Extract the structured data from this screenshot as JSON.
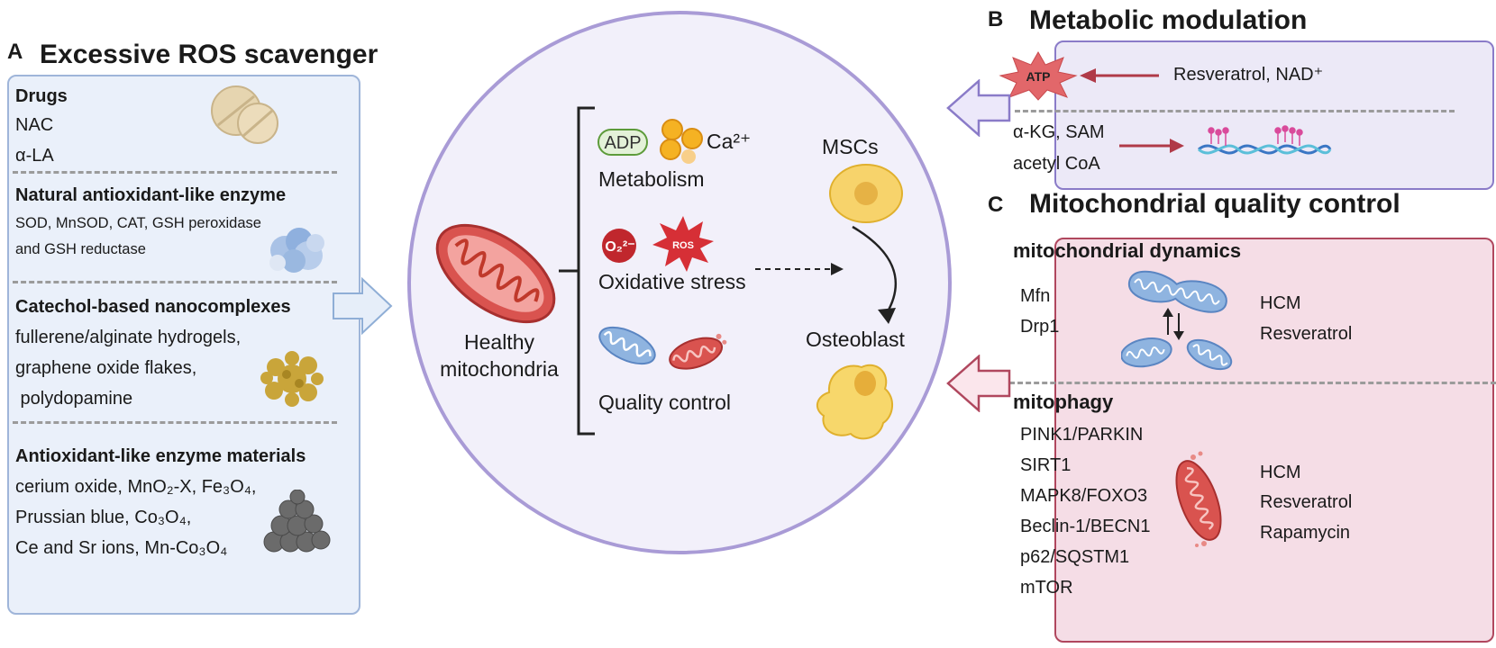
{
  "panel_a": {
    "letter": "A",
    "title": "Excessive ROS scavenger",
    "sections": [
      {
        "title": "Drugs",
        "lines": [
          "NAC",
          "α-LA"
        ]
      },
      {
        "title": "Natural antioxidant-like enzyme",
        "lines": [
          "SOD, MnSOD, CAT, GSH peroxidase",
          "and GSH reductase"
        ]
      },
      {
        "title": "Catechol-based nanocomplexes",
        "lines": [
          "fullerene/alginate hydrogels,",
          "graphene oxide flakes,",
          " polydopamine"
        ]
      },
      {
        "title": "Antioxidant-like enzyme materials",
        "lines": [
          "cerium oxide, MnO₂-X, Fe₃O₄,",
          "Prussian blue, Co₃O₄,",
          "Ce and Sr ions, Mn-Co₃O₄"
        ]
      }
    ]
  },
  "center": {
    "mito_label": [
      "Healthy",
      "mitochondria"
    ],
    "adp_label": "ADP",
    "ca_label": "Ca²⁺",
    "metabolism": "Metabolism",
    "superoxide_label": "O₂²⁻",
    "ros_label": "ROS",
    "oxidative_stress": "Oxidative stress",
    "quality_control": "Quality control",
    "mscs": "MSCs",
    "osteoblast": "Osteoblast"
  },
  "panel_b": {
    "letter": "B",
    "title": "Metabolic modulation",
    "atp_label": "ATP",
    "resveratrol_nad": "Resveratrol, NAD⁺",
    "akg_sam": "α-KG, SAM",
    "acetyl_coa": "acetyl CoA"
  },
  "panel_c": {
    "letter": "C",
    "title": "Mitochondrial quality control",
    "dynamics_title": "mitochondrial dynamics",
    "dynamics_genes": [
      "Mfn",
      "Drp1"
    ],
    "dynamics_drugs": [
      "HCM",
      "Resveratrol"
    ],
    "mitophagy_title": "mitophagy",
    "mitophagy_genes": [
      "PINK1/PARKIN",
      "SIRT1",
      "MAPK8/FOXO3",
      "Beclin-1/BECN1",
      "p62/SQSTM1",
      "mTOR"
    ],
    "mitophagy_drugs": [
      "HCM",
      "Resveratrol",
      "Rapamycin"
    ]
  },
  "colors": {
    "panel_a_fill": "#eaf0fa",
    "panel_a_border": "#9fb5d9",
    "panel_b_fill": "#ece9f7",
    "panel_b_border": "#8a7bc8",
    "panel_c_fill": "#f5dde6",
    "panel_c_border": "#b0475e",
    "circle_fill": "#f2f0fa",
    "circle_border": "#a99bd6",
    "mito_red": "#d9534f",
    "arrow_red": "#b03a48"
  }
}
